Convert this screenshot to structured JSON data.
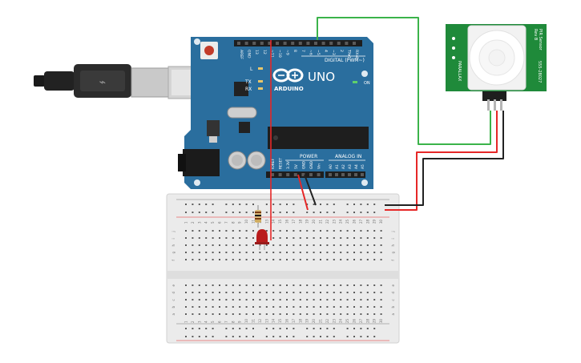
{
  "board": {
    "brand": "ARDUINO",
    "model": "UNO",
    "on_label": "ON",
    "digital_label": "DIGITAL (PWM~)",
    "power_label": "POWER",
    "analog_label": "ANALOG IN",
    "led_labels": {
      "l": "L",
      "tx": "TX",
      "rx": "RX"
    },
    "top_header_labels": [
      "AREF",
      "GND",
      "13",
      "12",
      "~11",
      "~10",
      "~9",
      "8",
      "7",
      "~6",
      "~5",
      "4",
      "~3",
      "2",
      "TX▸1",
      "RX◂0"
    ],
    "power_pin_labels": [
      "IOREF",
      "RESET",
      "3.3V",
      "5V",
      "GND",
      "GND",
      "Vin"
    ],
    "analog_pin_labels": [
      "A0",
      "A1",
      "A2",
      "A3",
      "A4",
      "A5"
    ]
  },
  "pir": {
    "title": "PIR Sensor",
    "rev": "Rev B",
    "part": "555-28027",
    "brand": "PARALLAX"
  },
  "breadboard": {
    "columns": 30,
    "row_letters_top": [
      "j",
      "i",
      "h",
      "g",
      "f"
    ],
    "row_letters_bottom": [
      "e",
      "d",
      "c",
      "b",
      "a"
    ]
  },
  "colors": {
    "board": "#2a6e9e",
    "wire_red": "#e62727",
    "wire_black": "#222222",
    "wire_green": "#3bb34a",
    "pir_board": "#1f8a3a",
    "led": "#b91c1c"
  },
  "components": {
    "usb": "usb-cable",
    "resistor": "resistor",
    "led": "red-led"
  }
}
